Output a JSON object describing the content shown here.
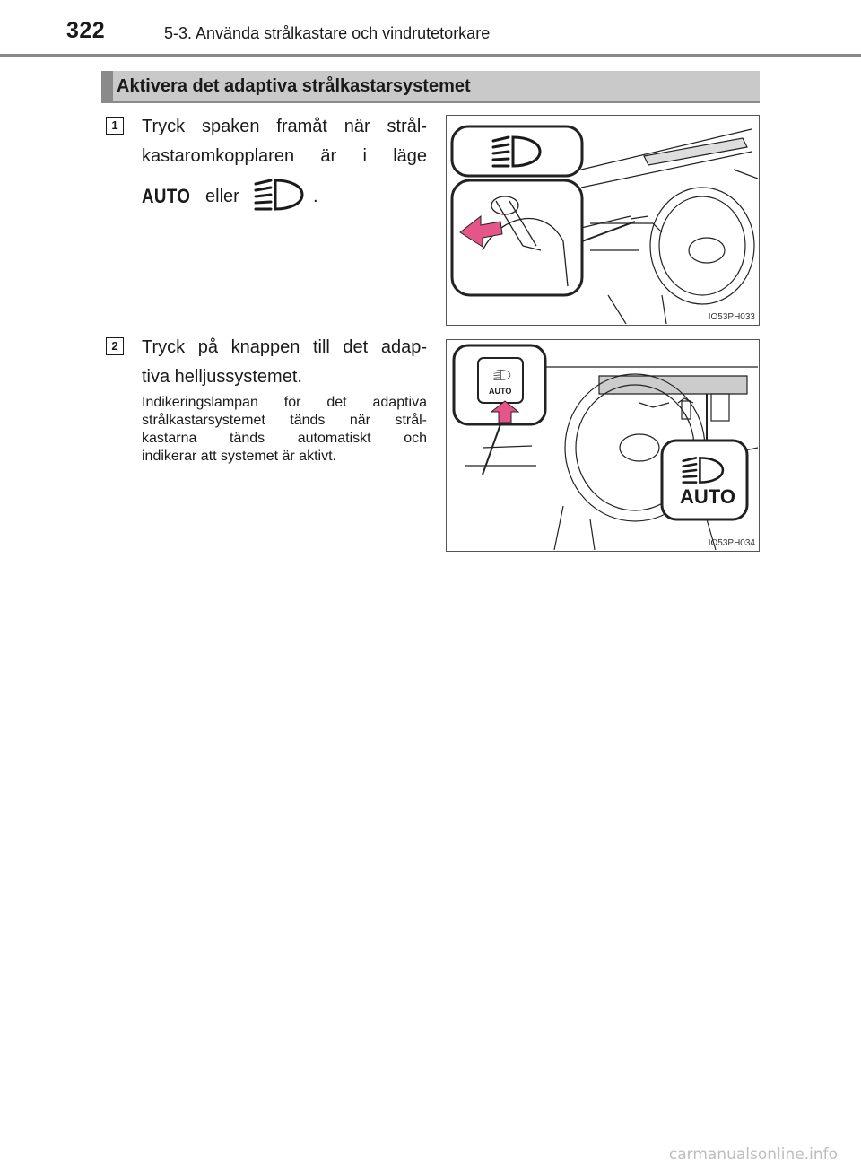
{
  "header": {
    "page_number": "322",
    "chapter_title": "5-3. Använda strålkastare och vindrutetorkare"
  },
  "section": {
    "title": "Aktivera det adaptiva strålkastarsystemet"
  },
  "steps": [
    {
      "number": "1",
      "line1": "Tryck spaken framåt när strål-",
      "line2": "kastaromkopplaren är i läge",
      "auto_label": "AUTO",
      "or_word": "eller",
      "period": ".",
      "figure_code": "IO53PH033",
      "headlight_icon": "headlight-icon"
    },
    {
      "number": "2",
      "line1": "Tryck på knappen till det adap-",
      "line2": "tiva helljussystemet.",
      "note_lines": [
        "Indikeringslampan för det adaptiva",
        "strålkastarsystemet tänds när strål-",
        "kastarna tänds automatiskt och",
        "indikerar att systemet är aktivt."
      ],
      "figure_code": "IO53PH034",
      "button_label": "AUTO",
      "indicator_label": "AUTO"
    }
  ],
  "watermark": "carmanualsonline.info",
  "colors": {
    "section_bar": "#c9c9c9",
    "section_accent": "#8a8a8a",
    "arrow_pink": "#e6558a"
  }
}
